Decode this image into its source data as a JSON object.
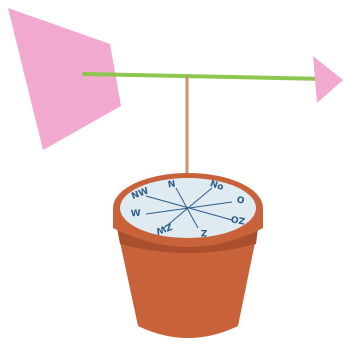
{
  "colors": {
    "background": "#ffffff",
    "tail_fin": "#f2a9cf",
    "arrow_head": "#f2a9cf",
    "arrow_shaft": "#8cc64f",
    "pole": "#c9956a",
    "pot_body": "#c8623a",
    "pot_rim": "#c8623a",
    "pot_shadow": "#a94f2d",
    "soil_face": "#dfeaf1",
    "compass_lines": "#2f5d8a",
    "compass_text": "#2f5d8a"
  },
  "compass": {
    "N": "N",
    "NO": "No",
    "O": "O",
    "ZO": "ZO",
    "Z": "Z",
    "ZW": "ZW",
    "W": "W",
    "NW": "NW"
  }
}
